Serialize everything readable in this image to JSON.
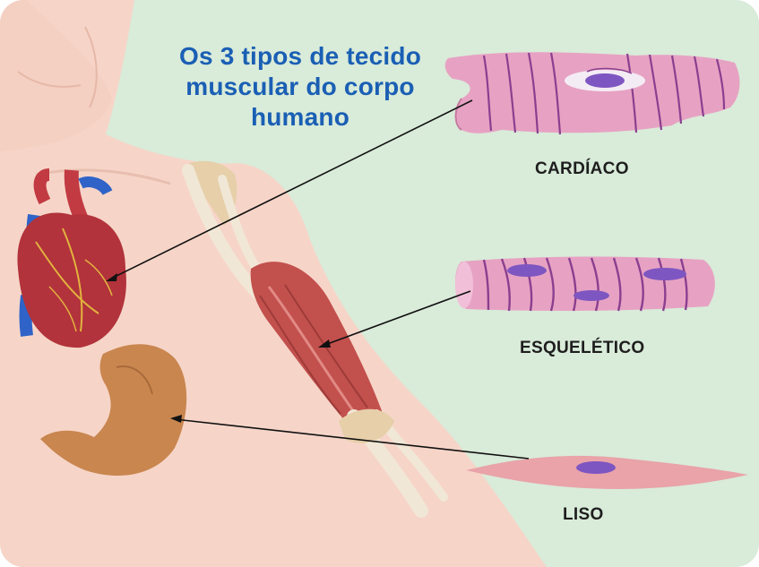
{
  "title": {
    "line1": "Os 3 tipos de tecido",
    "line2": "muscular do corpo",
    "line3": "humano"
  },
  "labels": {
    "cardiac": "CARDÍACO",
    "skeletal": "ESQUELÉTICO",
    "smooth": "LISO"
  },
  "colors": {
    "background": "#d9ebd9",
    "title": "#1a5fb4",
    "body": "#f6d5c8",
    "fiber": "#e7a2c3",
    "striation": "#8a3f8f",
    "nucleus": "#7e56c2",
    "heart": "#b2333b",
    "vein": "#2f63c8",
    "stomach": "#c9864f",
    "muscle": "#c2504d",
    "tendon": "#f1e7d6"
  }
}
